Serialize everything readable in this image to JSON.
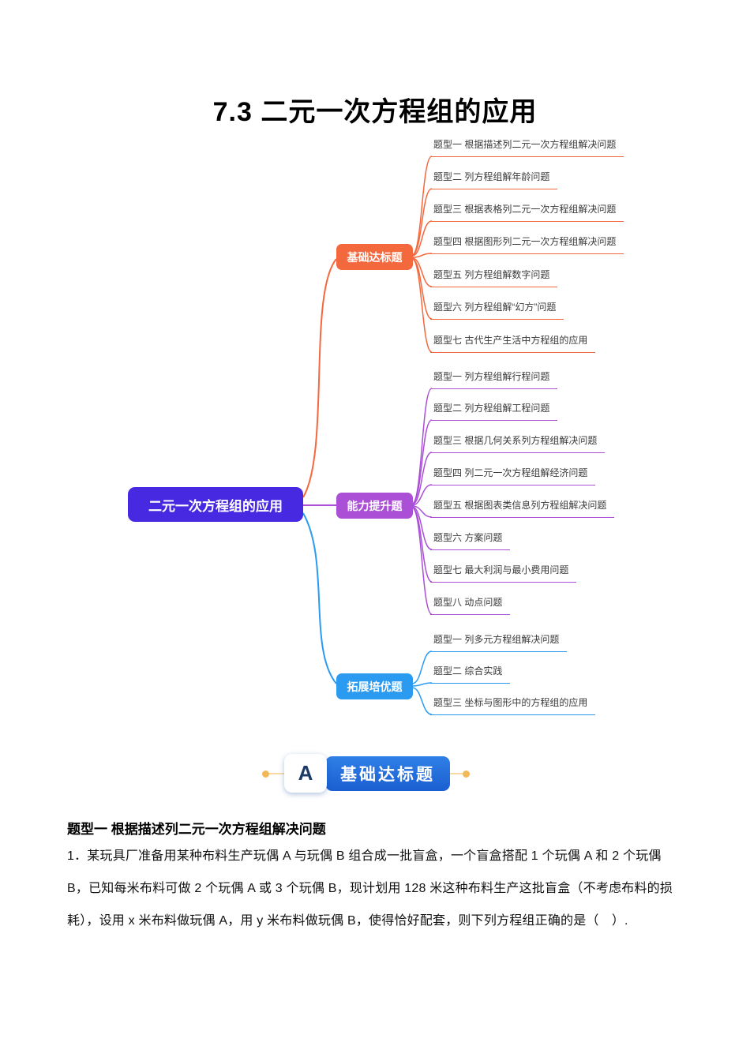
{
  "page": {
    "title": "7.3 二元一次方程组的应用"
  },
  "mindmap": {
    "root": "二元一次方程组的应用",
    "root_color": "#4629e0",
    "branches": [
      {
        "label": "基础达标题",
        "color": "#f4683e",
        "children": [
          "题型一 根据描述列二元一次方程组解决问题",
          "题型二 列方程组解年龄问题",
          "题型三 根据表格列二元一次方程组解决问题",
          "题型四 根据图形列二元一次方程组解决问题",
          "题型五 列方程组解数字问题",
          "题型六 列方程组解“幻方”问题",
          "题型七 古代生产生活中方程组的应用"
        ]
      },
      {
        "label": "能力提升题",
        "color": "#aa4fd6",
        "children": [
          "题型一 列方程组解行程问题",
          "题型二 列方程组解工程问题",
          "题型三 根据几何关系列方程组解决问题",
          "题型四 列二元一次方程组解经济问题",
          "题型五 根据图表类信息列方程组解决问题",
          "题型六 方案问题",
          "题型七 最大利润与最小费用问题",
          "题型八 动点问题"
        ]
      },
      {
        "label": "拓展培优题",
        "color": "#2b9bf2",
        "children": [
          "题型一 列多元方程组解决问题",
          "题型二 综合实践",
          "题型三 坐标与图形中的方程组的应用"
        ]
      }
    ]
  },
  "section_banner": {
    "letter": "A",
    "label": "基础达标题",
    "pill_color": "#1b5ed2",
    "dot_color": "#f4b859"
  },
  "problem": {
    "heading": "题型一 根据描述列二元一次方程组解决问题",
    "lines": [
      "1．某玩具厂准备用某种布料生产玩偶 A 与玩偶 B 组合成一批盲盒，一个盲盒搭配 1 个玩偶 A 和 2 个玩偶",
      "B，已知每米布料可做 2 个玩偶 A 或 3 个玩偶 B，现计划用 128 米这种布料生产这批盲盒（不考虑布料的损",
      "耗），设用 x 米布料做玩偶 A，用 y 米布料做玩偶 B，使得恰好配套，则下列方程组正确的是（　）."
    ]
  }
}
